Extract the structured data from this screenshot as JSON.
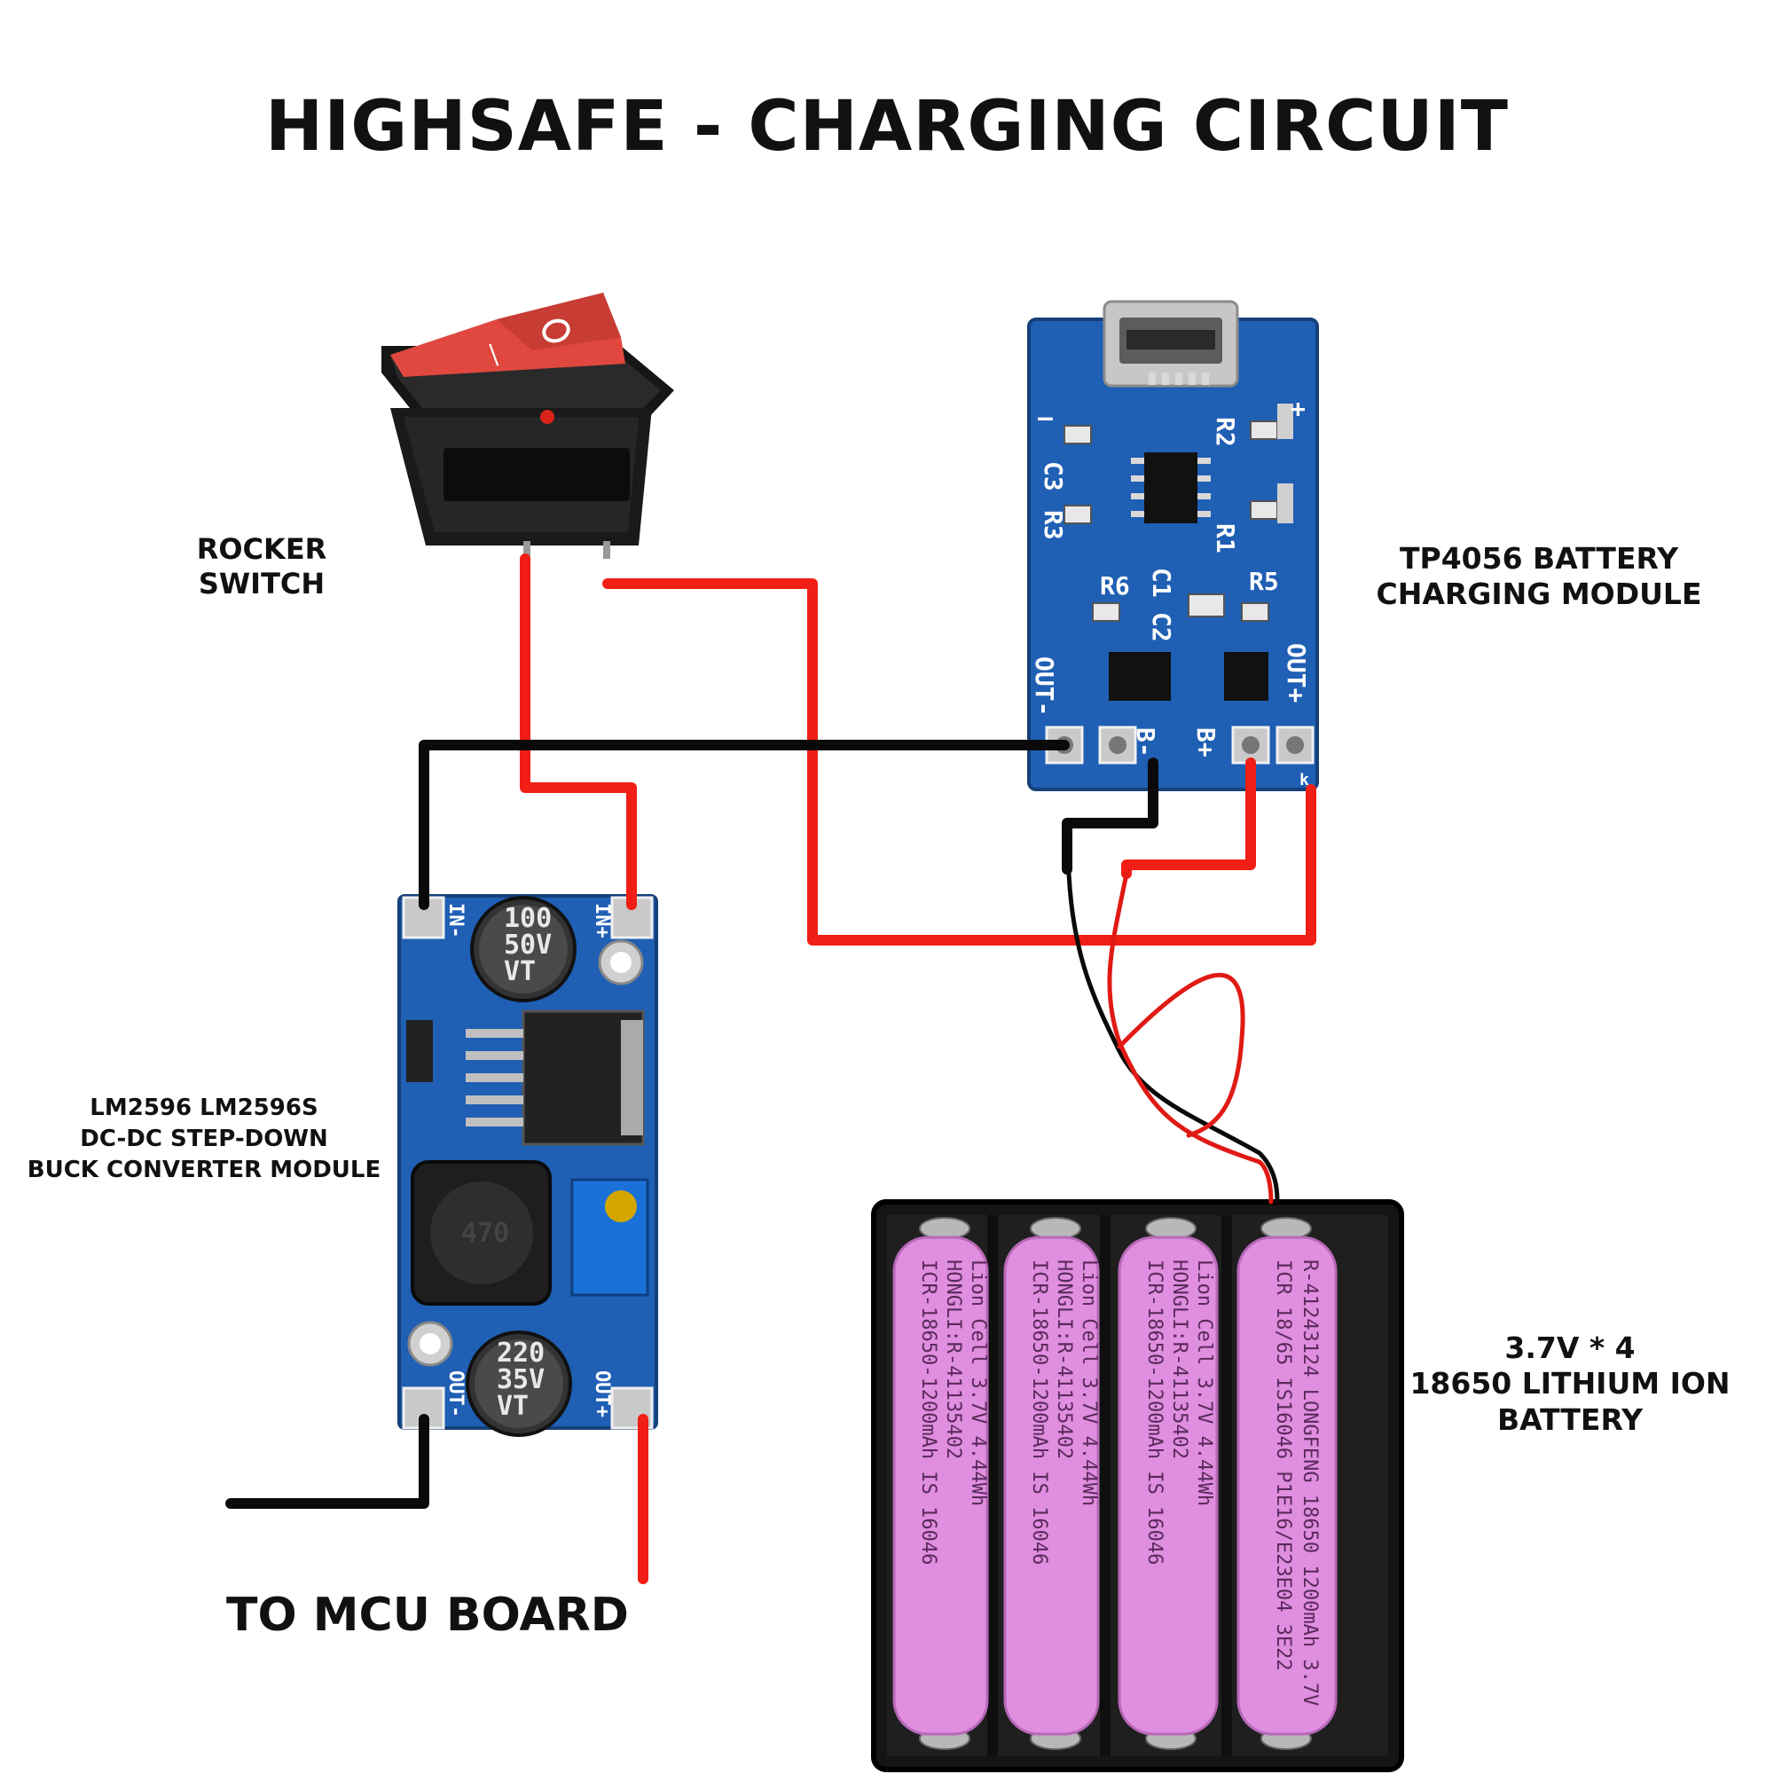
{
  "title": "HIGHSAFE - CHARGING CIRCUIT",
  "labels": {
    "rocker_switch": [
      "ROCKER",
      "SWITCH"
    ],
    "tp4056": [
      "TP4056 BATTERY",
      "CHARGING MODULE"
    ],
    "lm2596": [
      "LM2596 LM2596S",
      "DC-DC STEP-DOWN",
      "BUCK CONVERTER MODULE"
    ],
    "battery": [
      "3.7V * 4",
      "18650 LITHIUM ION",
      "BATTERY"
    ],
    "mcu": "TO MCU BOARD"
  },
  "tp4056_board": {
    "pins": [
      "OUT-",
      "B-",
      "B+",
      "OUT+"
    ],
    "parts": [
      "C3",
      "R3",
      "R2",
      "R1",
      "R6",
      "C1",
      "C2",
      "R5"
    ],
    "minus": "—",
    "plus": "+",
    "corner_mark": "k"
  },
  "lm2596_board": {
    "pins": [
      "IN-",
      "IN+",
      "OUT-",
      "OUT+"
    ],
    "cap_in": [
      "100",
      "50V",
      "VT"
    ],
    "cap_out": [
      "220",
      "35V",
      "VT"
    ],
    "inductor": "470"
  },
  "cells": [
    [
      "ICR-18650-1200mAh IS 16046",
      "HONGLI:R-41135402",
      "Lion Cell 3.7V 4.44Wh"
    ],
    [
      "ICR-18650-1200mAh IS 16046",
      "HONGLI:R-41135402",
      "Lion Cell 3.7V 4.44Wh"
    ],
    [
      "ICR-18650-1200mAh IS 16046",
      "HONGLI:R-41135402",
      "Lion Cell 3.7V 4.44Wh"
    ],
    [
      "ICR 18/65 IS16046 P1E16/E23E04 3E22",
      "R-41243124 LONGFENG 18650 1200mAh 3.7V"
    ]
  ],
  "colors": {
    "wire_red": "#f01e14",
    "wire_black": "#0a0a0a",
    "pcb_blue": "#1f5fb4",
    "switch_red": "#e0483f",
    "cell_pink": "#e08ee0"
  }
}
